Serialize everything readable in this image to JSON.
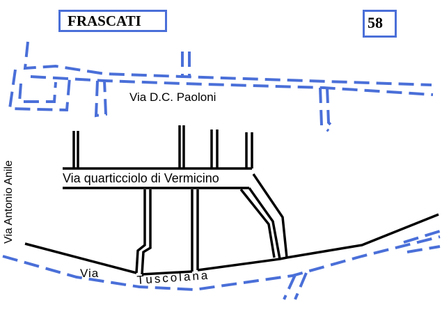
{
  "title": "FRASCATI",
  "map_number": "58",
  "streets": {
    "paoloni": "Via D.C. Paoloni",
    "quarticciolo": "Via quarticciolo di Vermicino",
    "anile": "Via Antonio Anile",
    "tuscolana_via": "Via",
    "tuscolana_name": "Tuscolana"
  },
  "colors": {
    "dashed_road": "#4a6fd8",
    "solid_road": "#000000",
    "box_border": "#4a6fd8"
  }
}
